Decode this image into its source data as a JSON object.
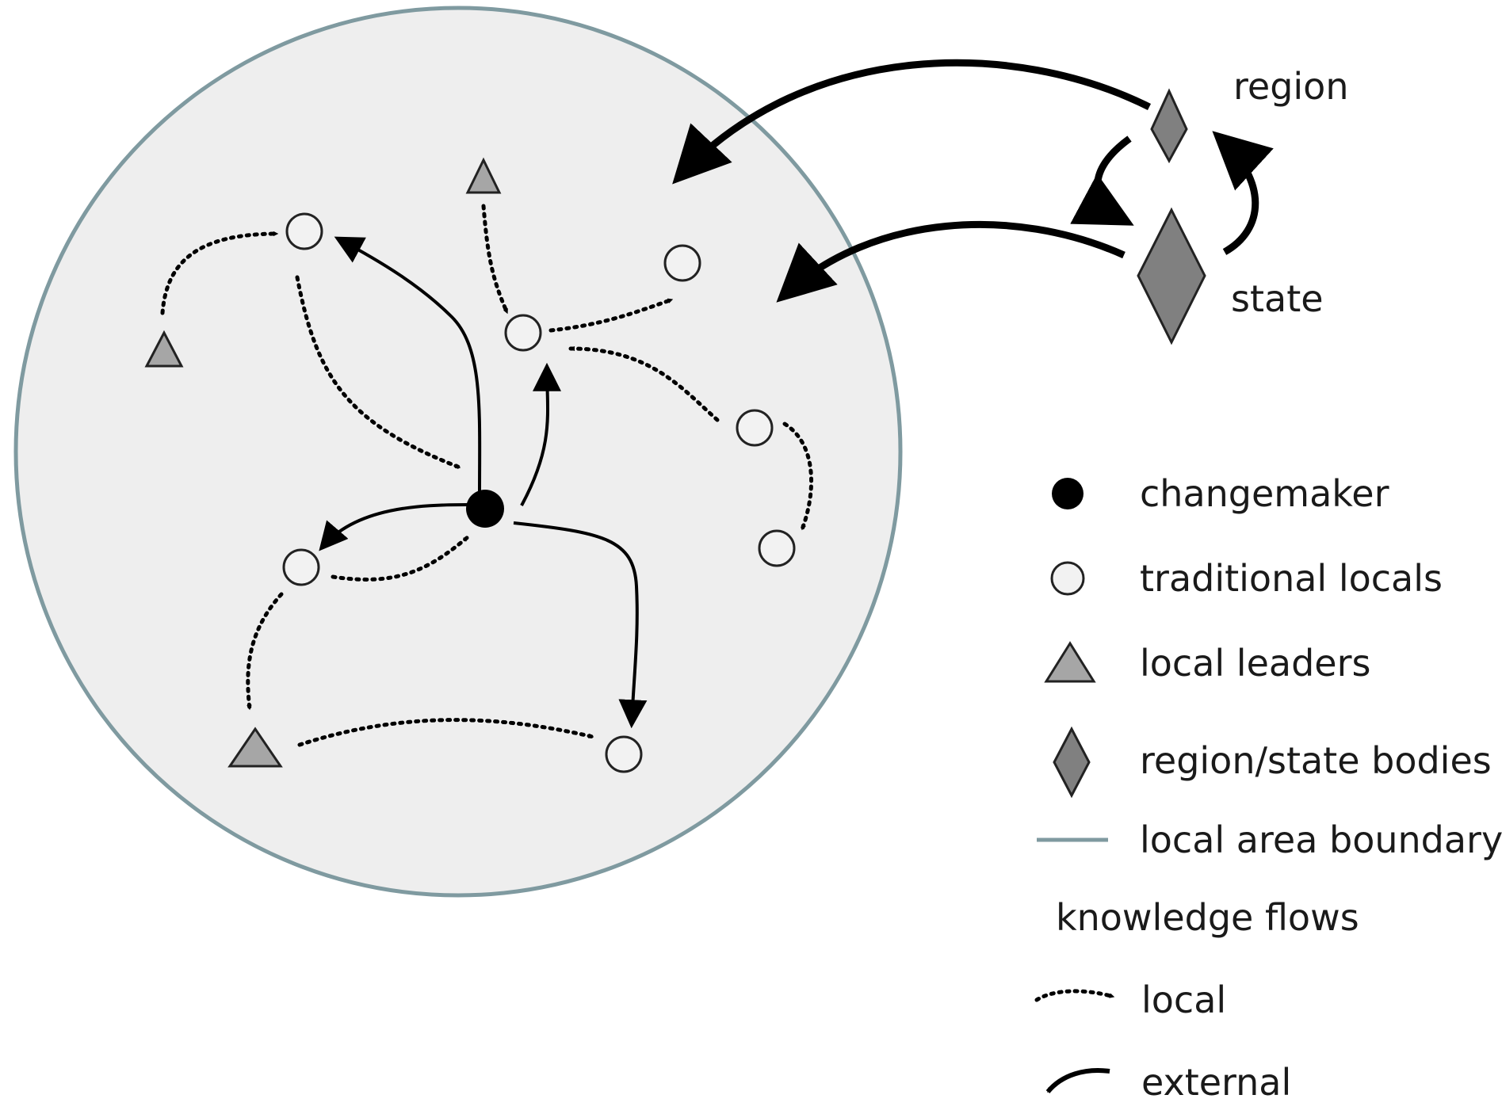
{
  "node_labels": {
    "region": "region",
    "state": "state"
  },
  "legend": {
    "changemaker": "changemaker",
    "traditional_locals": "traditional locals",
    "local_leaders": "local leaders",
    "region_state_bodies": "region/state bodies",
    "local_area_boundary": "local area boundary",
    "knowledge_flows": "knowledge flows",
    "local": "local",
    "external": "external"
  },
  "colors": {
    "boundary": "#7f9aa0",
    "area_fill": "#eeeeee",
    "node_fill": "#f2f2f2",
    "leader_fill": "#a6a6a6",
    "body_fill": "#808080",
    "changemaker": "#000000",
    "arrow": "#000000"
  }
}
